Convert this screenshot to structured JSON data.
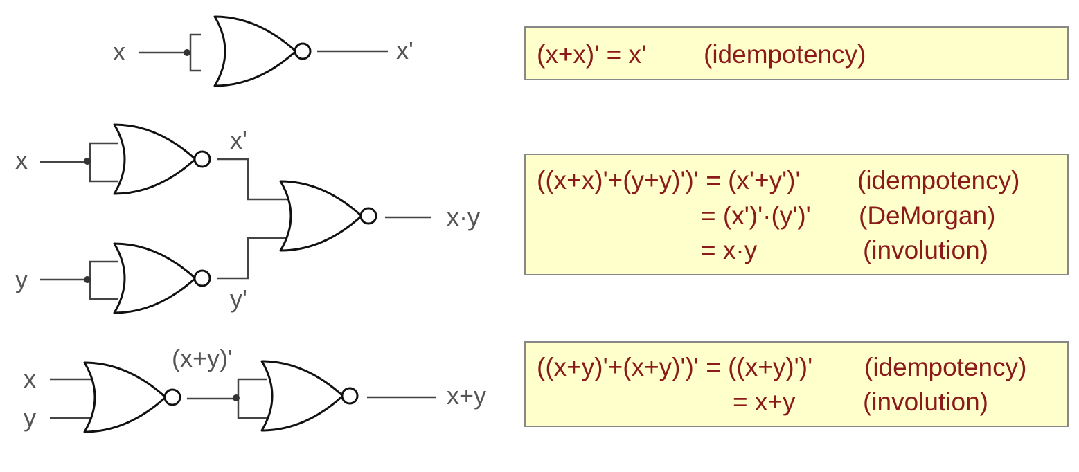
{
  "colors": {
    "wire": "#444444",
    "gate_stroke": "#111111",
    "label": "#555555",
    "equation": "#8b1a1a",
    "rule": "#555555",
    "box_fill": "#ffffcc",
    "box_border": "#888888"
  },
  "circuit1": {
    "input_x": "x",
    "output": "x'"
  },
  "circuit2": {
    "input_x": "x",
    "input_y": "y",
    "mid_x": "x'",
    "mid_y": "y'",
    "output": "x·y"
  },
  "circuit3": {
    "input_x": "x",
    "input_y": "y",
    "mid": "(x+y)'",
    "output": "x+y"
  },
  "box1": {
    "lines": [
      {
        "expr": "(x+x)' = x'",
        "rule": "(idempotency)"
      }
    ]
  },
  "box2": {
    "lines": [
      {
        "expr": "((x+x)'+(y+y)')' = (x'+y')'",
        "rule": "(idempotency)"
      },
      {
        "expr": "= (x')'·(y')'",
        "rule": "(DeMorgan)"
      },
      {
        "expr": "= x·y",
        "rule": "(involution)"
      }
    ]
  },
  "box3": {
    "lines": [
      {
        "expr": "((x+y)'+(x+y)')' = ((x+y)')'",
        "rule": "(idempotency)"
      },
      {
        "expr": "= x+y",
        "rule": "(involution)"
      }
    ]
  }
}
